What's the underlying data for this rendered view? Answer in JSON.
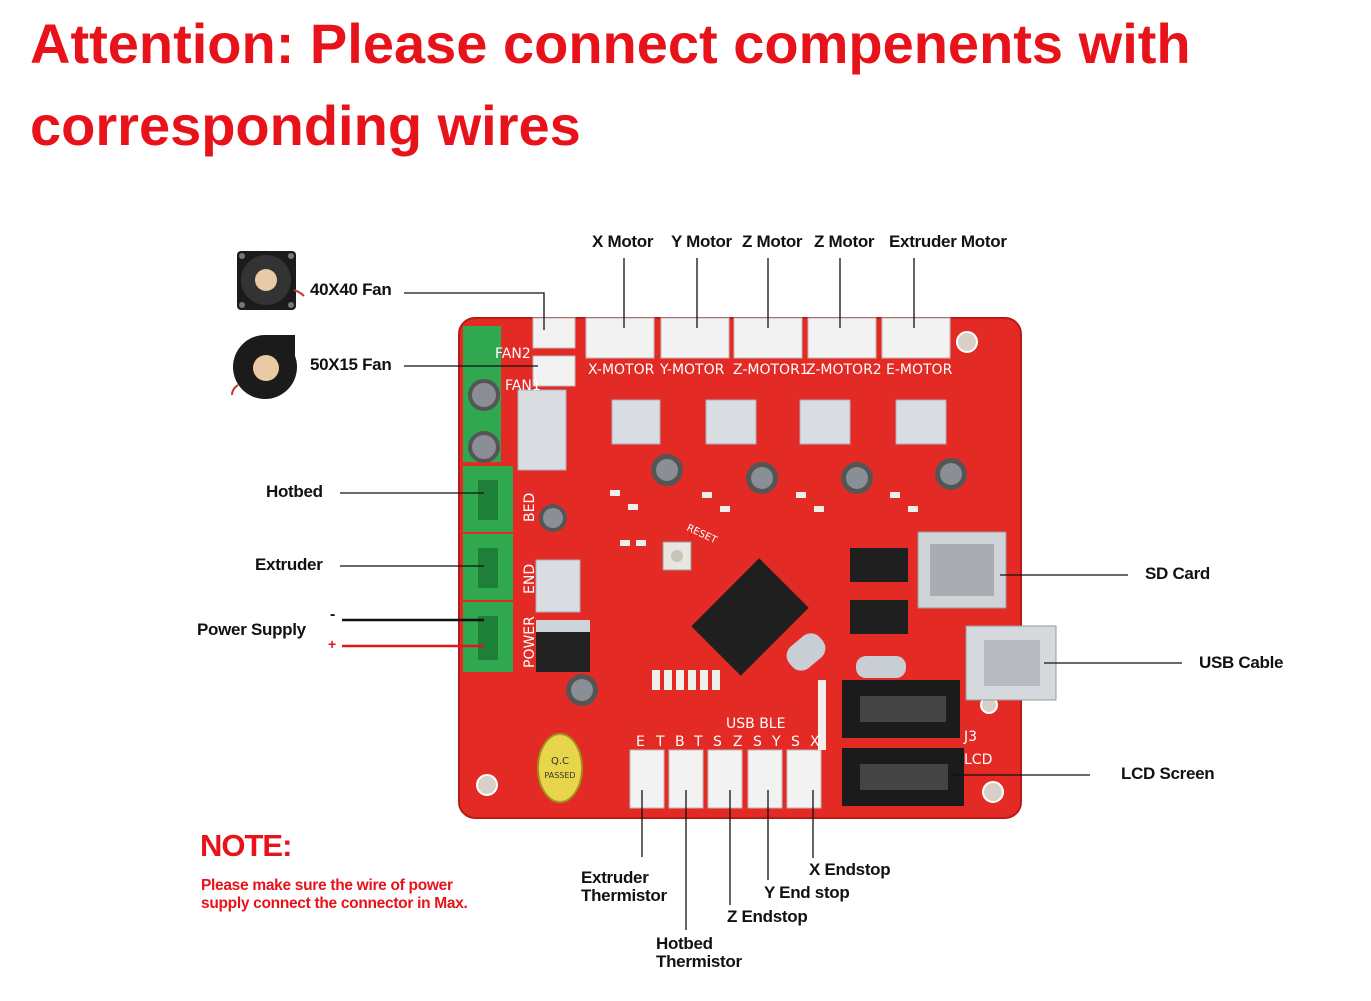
{
  "title": {
    "line1": "Attention: Please connect compenents with",
    "line2": "corresponding wires"
  },
  "labels": {
    "fan40": "40X40 Fan",
    "fan50": "50X15 Fan",
    "x_motor": "X Motor",
    "y_motor": "Y Motor",
    "z_motor1": "Z Motor",
    "z_motor2": "Z Motor",
    "extruder_motor": "Extruder Motor",
    "hotbed": "Hotbed",
    "extruder": "Extruder",
    "power_supply": "Power Supply",
    "minus": "-",
    "plus": "+",
    "sd_card": "SD Card",
    "usb_cable": "USB Cable",
    "lcd_screen": "LCD Screen",
    "extruder_thermistor_1": "Extruder",
    "extruder_thermistor_2": "Thermistor",
    "hotbed_thermistor_1": "Hotbed",
    "hotbed_thermistor_2": "Thermistor",
    "z_endstop": "Z Endstop",
    "y_endstop": "Y End stop",
    "x_endstop": "X Endstop"
  },
  "note": {
    "title": "NOTE:",
    "line1": "Please make sure the wire of power",
    "line2": "supply connect the connector in Max."
  },
  "board_silkscreen": {
    "fan2": "FAN2",
    "fan1": "FAN1",
    "x_motor": "X-MOTOR",
    "y_motor": "Y-MOTOR",
    "z_motor1": "Z-MOTOR1",
    "z_motor2": "Z-MOTOR2",
    "e_motor": "E-MOTOR",
    "bed": "BED",
    "end": "END",
    "power": "POWER",
    "usb_ble": "USB BLE",
    "j3": "J3",
    "lcd": "LCD",
    "reset": "RESET",
    "qc_line1": "Q.C",
    "qc_line2": "PASSED",
    "endstop_letters": [
      "E",
      "T",
      "B",
      "T",
      "S",
      "Z",
      "S",
      "Y",
      "S",
      "X"
    ]
  },
  "colors": {
    "title": "#e8121a",
    "board": "#e32a24",
    "terminal": "#2fa84f"
  }
}
